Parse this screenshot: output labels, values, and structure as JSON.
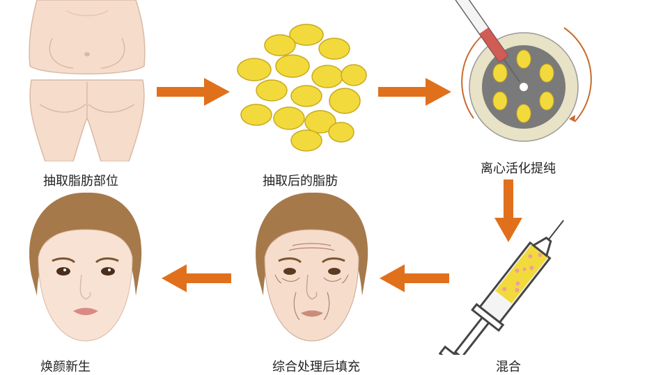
{
  "steps": [
    {
      "label": "抽取脂肪部位"
    },
    {
      "label": "抽取后的脂肪"
    },
    {
      "label": "离心活化提纯"
    },
    {
      "label": "混合"
    },
    {
      "label": "综合处理后填充"
    },
    {
      "label": "焕颜新生"
    }
  ],
  "colors": {
    "arrow": "#E0701C",
    "skin": "#F6DCCB",
    "fat": "#F2DA3C",
    "hair": "#A6794B",
    "disc": "#7A7A7A"
  }
}
